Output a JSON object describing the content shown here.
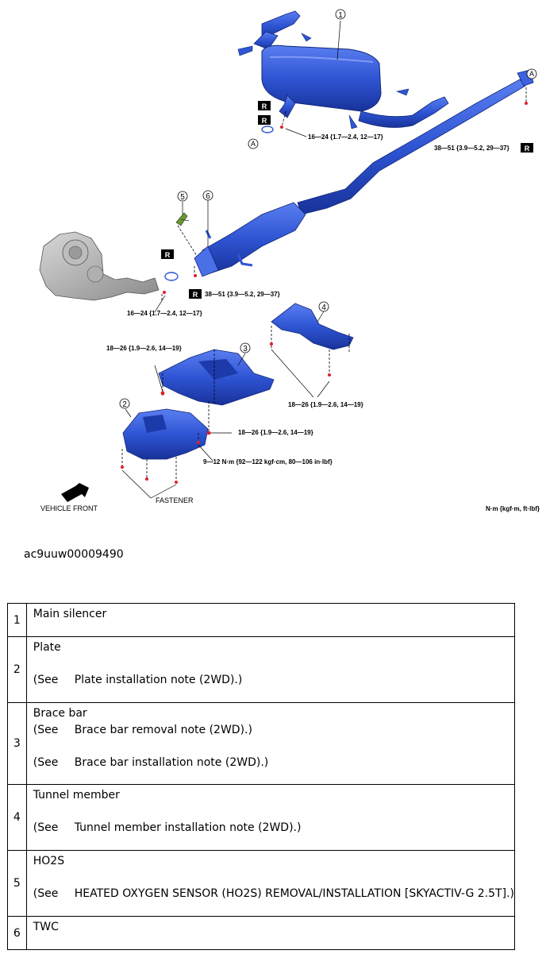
{
  "figure": {
    "callouts": [
      "1",
      "2",
      "3",
      "4",
      "5",
      "6"
    ],
    "letter_marker": "A",
    "replace_tag": "R",
    "torque_labels": {
      "main_flange": "16—24 {1.7—2.4, 12—17}",
      "rear_pipe": "38—51 {3.9—5.2, 29—37}",
      "twc_flange": "38—51 {3.9—5.2, 29—37}",
      "manifold": "16—24 {1.7—2.4, 12—17}",
      "brace_upper": "18—26 {1.9—2.6, 14—19}",
      "tunnel": "18—26 {1.9—2.6, 14—19}",
      "brace_lower": "18—26 {1.9—2.6, 14—19}",
      "plate": "9—12 N·m {92—122 kgf·cm, 80—106 in·lbf}"
    },
    "fastener_label": "FASTENER",
    "vehicle_front_label": "VEHICLE FRONT",
    "unit_label": "N·m {kgf·m, ft·lbf}",
    "colors": {
      "part_blue": "#2f55d4",
      "part_dark": "#1a33a0",
      "fastener_red": "#e0202a"
    }
  },
  "image_id": "ac9uuw00009490",
  "table": {
    "rows": [
      {
        "num": "1",
        "name": "Main silencer"
      },
      {
        "num": "2",
        "name": "Plate",
        "see1_prefix": "(See",
        "see1_text": "Plate installation note (2WD).)"
      },
      {
        "num": "3",
        "name": "Brace bar",
        "see1_prefix": "(See",
        "see1_text": "Brace bar removal note (2WD).)",
        "see2_prefix": "(See",
        "see2_text": "Brace bar installation note (2WD).)"
      },
      {
        "num": "4",
        "name": "Tunnel member",
        "see1_prefix": "(See",
        "see1_text": "Tunnel member installation note (2WD).)"
      },
      {
        "num": "5",
        "name": "HO2S",
        "see1_prefix": "(See",
        "see1_text": "HEATED OXYGEN SENSOR (HO2S) REMOVAL/INSTALLATION [SKYACTIV-G 2.5T].)"
      },
      {
        "num": "6",
        "name": "TWC"
      }
    ]
  }
}
